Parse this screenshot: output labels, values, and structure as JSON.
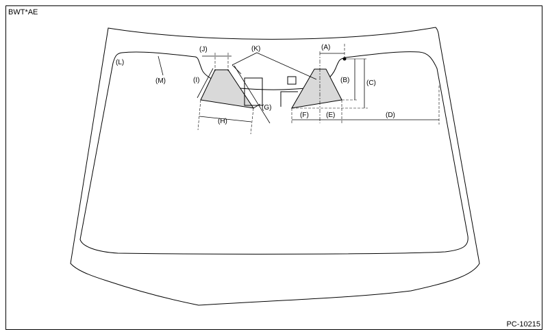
{
  "header_code": "BWT*AE",
  "footer_code": "PC-10215",
  "labels": {
    "A": "(A)",
    "B": "(B)",
    "C": "(C)",
    "D": "(D)",
    "E": "(E)",
    "F": "(F)",
    "G": "(G)",
    "H": "(H)",
    "I": "(I)",
    "J": "(J)",
    "K": "(K)",
    "L": "(L)",
    "M": "(M)"
  },
  "colors": {
    "line": "#000000",
    "shaded_area": "#d9d9d9"
  }
}
